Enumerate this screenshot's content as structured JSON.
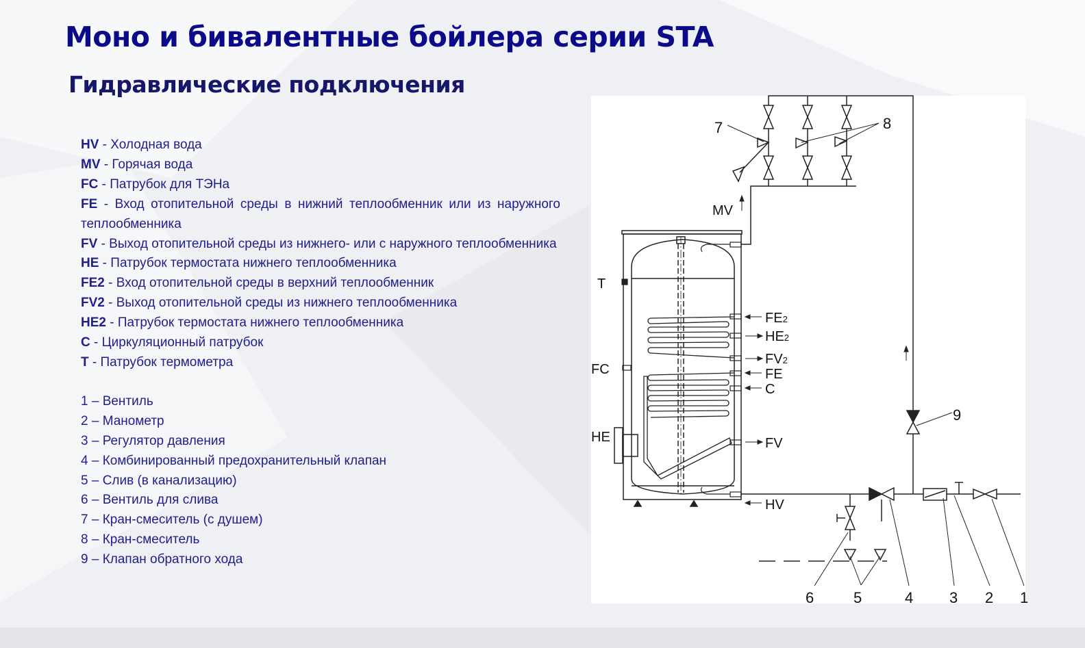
{
  "title": "Моно и бивалентные бойлера серии STA",
  "subtitle": "Гидравлические подключения",
  "connections": [
    {
      "code": "HV",
      "text": " - Холодная вода"
    },
    {
      "code": "MV",
      "text": " - Горячая вода"
    },
    {
      "code": "FC",
      "text": " - Патрубок для ТЭНа"
    },
    {
      "code": "FE",
      "text": " - Вход отопительной среды в нижний теплообменник или из наружного теплообменника"
    },
    {
      "code": "FV",
      "text": " - Выход отопительной среды из нижнего- или с наружного теплообменника"
    },
    {
      "code": "HE",
      "text": " - Патрубок термостата нижнего теплообменника"
    },
    {
      "code": "FE2",
      "text": " - Вход отопительной среды в верхний теплообменник"
    },
    {
      "code": "FV2",
      "text": " - Выход отопительной среды из нижнего теплообменника"
    },
    {
      "code": "HE2",
      "text": " - Патрубок термостата нижнего теплообменника"
    },
    {
      "code": "C",
      "text": " - Циркуляционный патрубок"
    },
    {
      "code": "T",
      "text": " - Патрубок термометра"
    }
  ],
  "components": [
    "1 – Вентиль",
    "2 – Манометр",
    "3 – Регулятор давления",
    "4 – Комбинированный предохранительный клапан",
    "5 – Слив (в канализацию)",
    "6 – Вентиль для слива",
    "7 – Кран-смеситель (с душем)",
    "8 – Кран-смеситель",
    "9 – Клапан обратного хода"
  ],
  "diagram": {
    "labels": {
      "T": "T",
      "FC": "FC",
      "HE": "HE",
      "MV": "MV",
      "FE2": "FE",
      "HE2": "HE",
      "FV2": "FV",
      "sub2": "2",
      "FE": "FE",
      "C": "C",
      "FV": "FV",
      "HV": "HV"
    },
    "numbers": {
      "n1": "1",
      "n2": "2",
      "n3": "3",
      "n4": "4",
      "n5": "5",
      "n6": "6",
      "n7": "7",
      "n8": "8",
      "n9": "9"
    }
  }
}
